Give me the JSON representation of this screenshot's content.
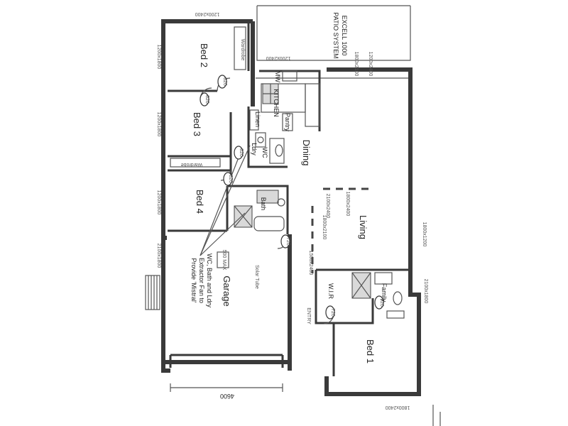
{
  "plan": {
    "rooms": {
      "bed2": "Bed 2",
      "bed3": "Bed 3",
      "bed4": "Bed 4",
      "bed1": "Bed 1",
      "dining": "Dining",
      "living": "Living",
      "garage": "Garage",
      "kitchen": "KITCHEN",
      "pantry": "Pantry",
      "linen": "Linen",
      "ldry": "Ldry",
      "wc": "WC",
      "bath": "Bath",
      "wir": "W.I.R",
      "family": "Family",
      "entry": "ENTRY"
    },
    "fixtures": {
      "wardrobe_bed2": "Wardrobe",
      "wardrobe_bed3": "Wardrobe",
      "mw": "MW",
      "solar_tube": "Solar Tube",
      "rect_box": "500 MAX"
    },
    "notes": {
      "patio": "EXCELL 1000\nPATIO SYSTEM",
      "extractor": "Provide 'Mistral'\nExtractor Fan to\nWC, Bath and Ldry"
    },
    "dimension": "4600",
    "door_tags": [
      "820",
      "820",
      "820",
      "820",
      "720",
      "720",
      "720",
      "820",
      "720",
      "820"
    ],
    "window_tags": [
      "1200x1800",
      "1200x1800",
      "1200x1800",
      "2100x1800",
      "1200x2400",
      "1200x2400",
      "1800x2100",
      "1200x2400",
      "2100x2400",
      "1800x2400",
      "1800x2100",
      "1500x2400",
      "1800x1200",
      "2100x1800",
      "1800x2400"
    ]
  }
}
